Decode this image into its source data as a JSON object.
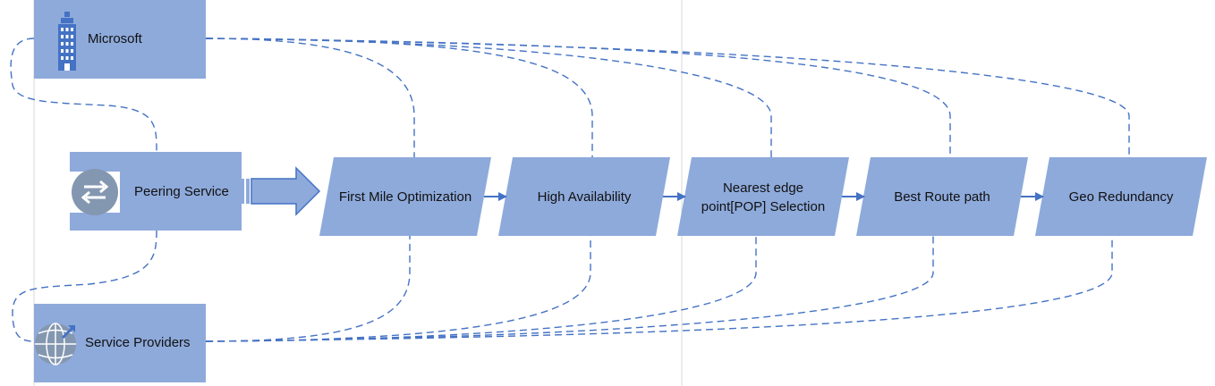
{
  "nodes": {
    "microsoft": "Microsoft",
    "peering_service": "Peering Service",
    "service_providers": "Service Providers"
  },
  "steps": [
    {
      "line1": "First Mile Optimization",
      "line2": ""
    },
    {
      "line1": "High Availability",
      "line2": ""
    },
    {
      "line1": "Nearest edge",
      "line2": "point[POP] Selection"
    },
    {
      "line1": "Best Route path",
      "line2": ""
    },
    {
      "line1": "Geo Redundancy",
      "line2": ""
    }
  ],
  "colors": {
    "box_fill": "#8eaadb",
    "connector": "#4472c4",
    "icon_blue": "#4472c4",
    "icon_grey": "#8497b0"
  },
  "icons": {
    "microsoft": "office-building-icon",
    "peering_service": "exchange-arrows-icon",
    "service_providers": "globe-icon"
  }
}
